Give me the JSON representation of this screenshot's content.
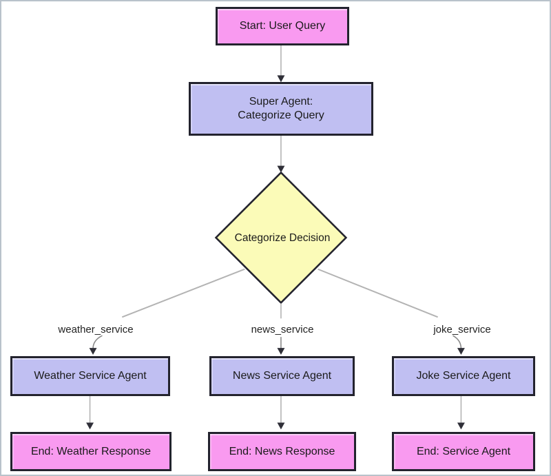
{
  "diagram": {
    "nodes": {
      "start": {
        "label": "Start: User Query"
      },
      "super_agent": {
        "label": "Super Agent:\nCategorize Query"
      },
      "decision": {
        "label": "Categorize Decision"
      },
      "weather_agent": {
        "label": "Weather Service Agent"
      },
      "news_agent": {
        "label": "News Service Agent"
      },
      "joke_agent": {
        "label": "Joke Service Agent"
      },
      "end_weather": {
        "label": "End: Weather Response"
      },
      "end_news": {
        "label": "End: News Response"
      },
      "end_joke": {
        "label": "End: Service Agent"
      }
    },
    "edge_labels": {
      "weather": "weather_service",
      "news": "news_service",
      "joke": "joke_service"
    },
    "colors": {
      "start_end_fill": "#f99af0",
      "agent_fill": "#c0bff2",
      "decision_fill": "#fbfbb8",
      "node_border": "#23232e",
      "edge_line": "#b3b3b3",
      "arrowhead": "#2f2f38",
      "frame_border": "#b9c2cb"
    }
  }
}
